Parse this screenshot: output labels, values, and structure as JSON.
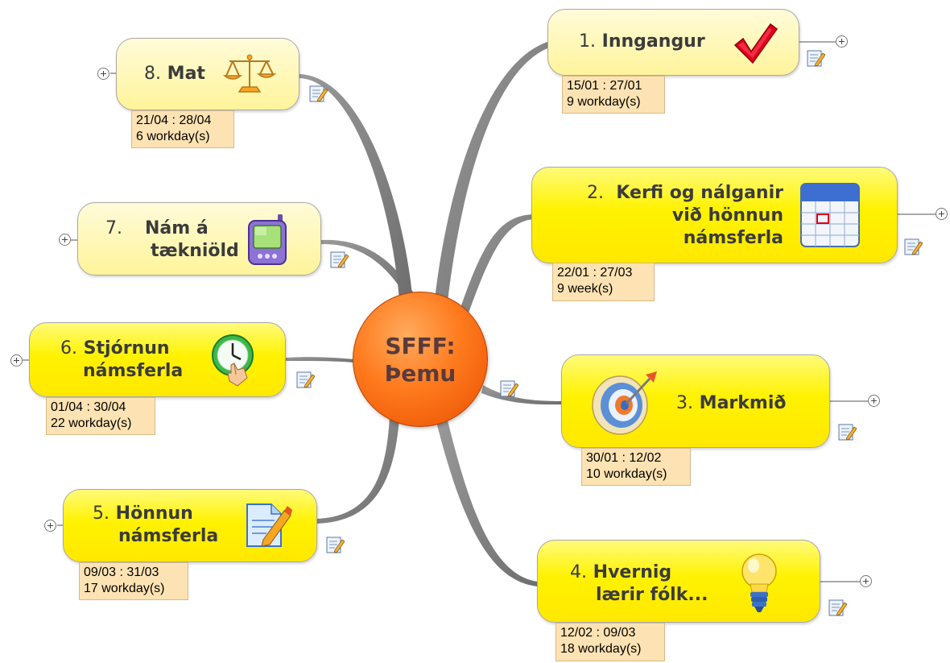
{
  "central": {
    "line1": "SFFF:",
    "line2": "Þemu"
  },
  "topics": {
    "t1": {
      "num": "1.",
      "lines": [
        "Inngangur"
      ],
      "dates": "15/01 : 27/01",
      "duration": "9 workday(s)",
      "icon": "checkmark-icon"
    },
    "t2": {
      "num": "2.",
      "lines": [
        "Kerfi og nálganir",
        "við hönnun",
        "námsferla"
      ],
      "dates": "22/01 : 27/03",
      "duration": "9 week(s)",
      "icon": "calendar-icon"
    },
    "t3": {
      "num": "3.",
      "lines": [
        "Markmið"
      ],
      "dates": "30/01 : 12/02",
      "duration": "10 workday(s)",
      "icon": "target-icon"
    },
    "t4": {
      "num": "4.",
      "lines": [
        "Hvernig",
        "lærir fólk..."
      ],
      "dates": "12/02 : 09/03",
      "duration": "18 workday(s)",
      "icon": "lightbulb-icon"
    },
    "t5": {
      "num": "5.",
      "lines": [
        "Hönnun",
        "námsferla"
      ],
      "dates": "09/03 : 31/03",
      "duration": "17 workday(s)",
      "icon": "document-edit-icon"
    },
    "t6": {
      "num": "6.",
      "lines": [
        "Stjórnun",
        "námsferla"
      ],
      "dates": "01/04 : 30/04",
      "duration": "22 workday(s)",
      "icon": "clock-hand-icon"
    },
    "t7": {
      "num": "7.",
      "lines": [
        "Nám á",
        "tækniöld"
      ],
      "icon": "handheld-device-icon"
    },
    "t8": {
      "num": "8.",
      "lines": [
        "Mat"
      ],
      "dates": "21/04 : 28/04",
      "duration": "6 workday(s)",
      "icon": "scales-icon"
    }
  },
  "colors": {
    "central": "#ff7a1d",
    "topic_strong": "#fff200",
    "topic_light": "#fff7b0",
    "info_box": "#fde3b3",
    "connector": "#8a8a8a"
  }
}
